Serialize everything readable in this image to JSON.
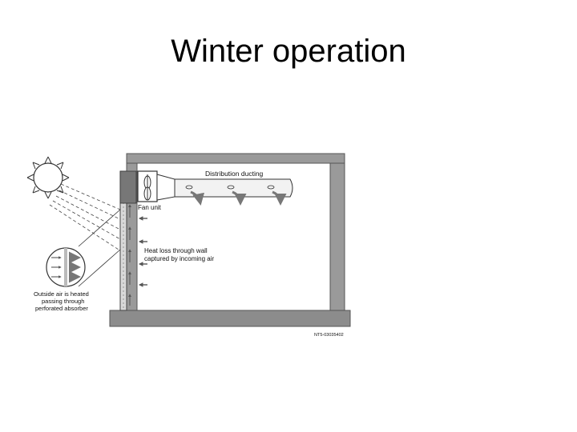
{
  "slide": {
    "title": "Winter operation"
  },
  "diagram": {
    "labels": {
      "distribution_ducting": "Distribution ducting",
      "fan_unit": "Fan unit",
      "heat_loss_line1": "Heat loss through wall",
      "heat_loss_line2": "captured by incoming air",
      "outside_air_line1": "Outside air is heated",
      "outside_air_line2": "passing through",
      "outside_air_line3": "perforated absorber",
      "figure_code": "NT5-03035402"
    },
    "colors": {
      "wall": "#9a9a9a",
      "floor": "#8c8c8c",
      "duct": "#f2f2f2",
      "arrow": "#7a7a7a",
      "line": "#333333"
    },
    "icons": [
      "sun-icon",
      "fan-icon",
      "airflow-arrow-icon",
      "magnifier-circle-icon"
    ]
  }
}
